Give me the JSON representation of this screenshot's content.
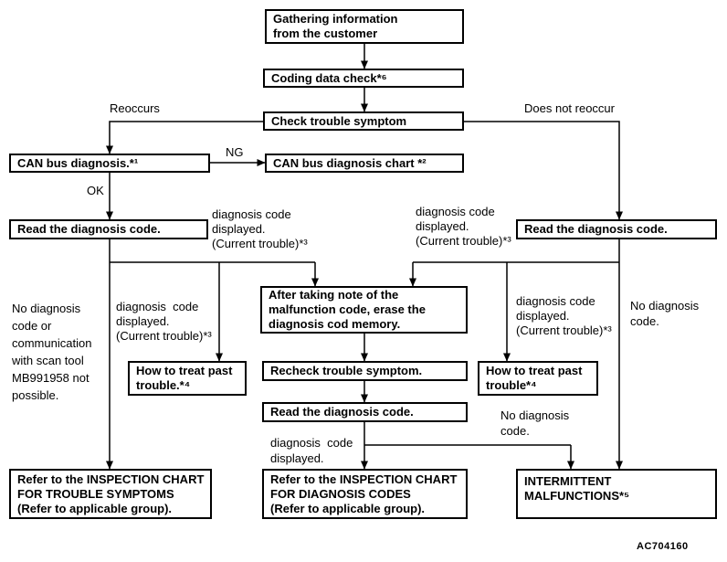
{
  "diagram": {
    "title_hint": "Diagnostic troubleshooting flowchart",
    "figure_code": "AC704160",
    "colors": {
      "line": "#000000",
      "box_border": "#000000",
      "box_fill": "#ffffff",
      "text": "#000000",
      "background": "#ffffff"
    },
    "nodes": {
      "gathering": "Gathering information\nfrom the customer",
      "coding": "Coding data check*⁶",
      "check_symptom": "Check trouble symptom",
      "can_bus": "CAN bus diagnosis.*¹",
      "can_chart": "CAN bus diagnosis chart *²",
      "read_left": "Read the diagnosis code.",
      "read_right": "Read the diagnosis code.",
      "erase": "After taking note of the\nmalfunction code, erase the\ndiagnosis cod memory.",
      "recheck": "Recheck trouble symptom.",
      "read_center": "Read the diagnosis code.",
      "treat_left": "How to treat past\ntrouble.*⁴",
      "treat_right": "How to treat past\ntrouble*⁴",
      "refer_symptoms": "Refer to the INSPECTION CHART\nFOR TROUBLE SYMPTOMS\n(Refer to applicable group).",
      "refer_codes": "Refer to the INSPECTION CHART\nFOR DIAGNOSIS CODES\n(Refer to applicable group).",
      "intermittent": "INTERMITTENT MALFUNCTIONS*⁵"
    },
    "labels": {
      "reoccurs": "Reoccurs",
      "does_not_reoccur": "Does not reoccur",
      "ng": "NG",
      "ok": "OK",
      "diag_current_upper_left": "diagnosis code\ndisplayed.\n(Current trouble)*³",
      "diag_current_upper_right": "diagnosis code\ndisplayed.\n(Current trouble)*³",
      "no_diag_far_left": "No diagnosis\ncode or\ncommunication\nwith scan tool\nMB991958 not\npossible.",
      "diag_current_mid_left": "diagnosis  code\ndisplayed.\n(Current trouble)*³",
      "diag_current_mid_right": "diagnosis code\ndisplayed.\n(Current trouble)*³",
      "no_diag_far_right": "No diagnosis\ncode.",
      "no_diag_center": "No diagnosis\ncode.",
      "diag_displayed_bottom": "diagnosis  code\ndisplayed."
    }
  }
}
